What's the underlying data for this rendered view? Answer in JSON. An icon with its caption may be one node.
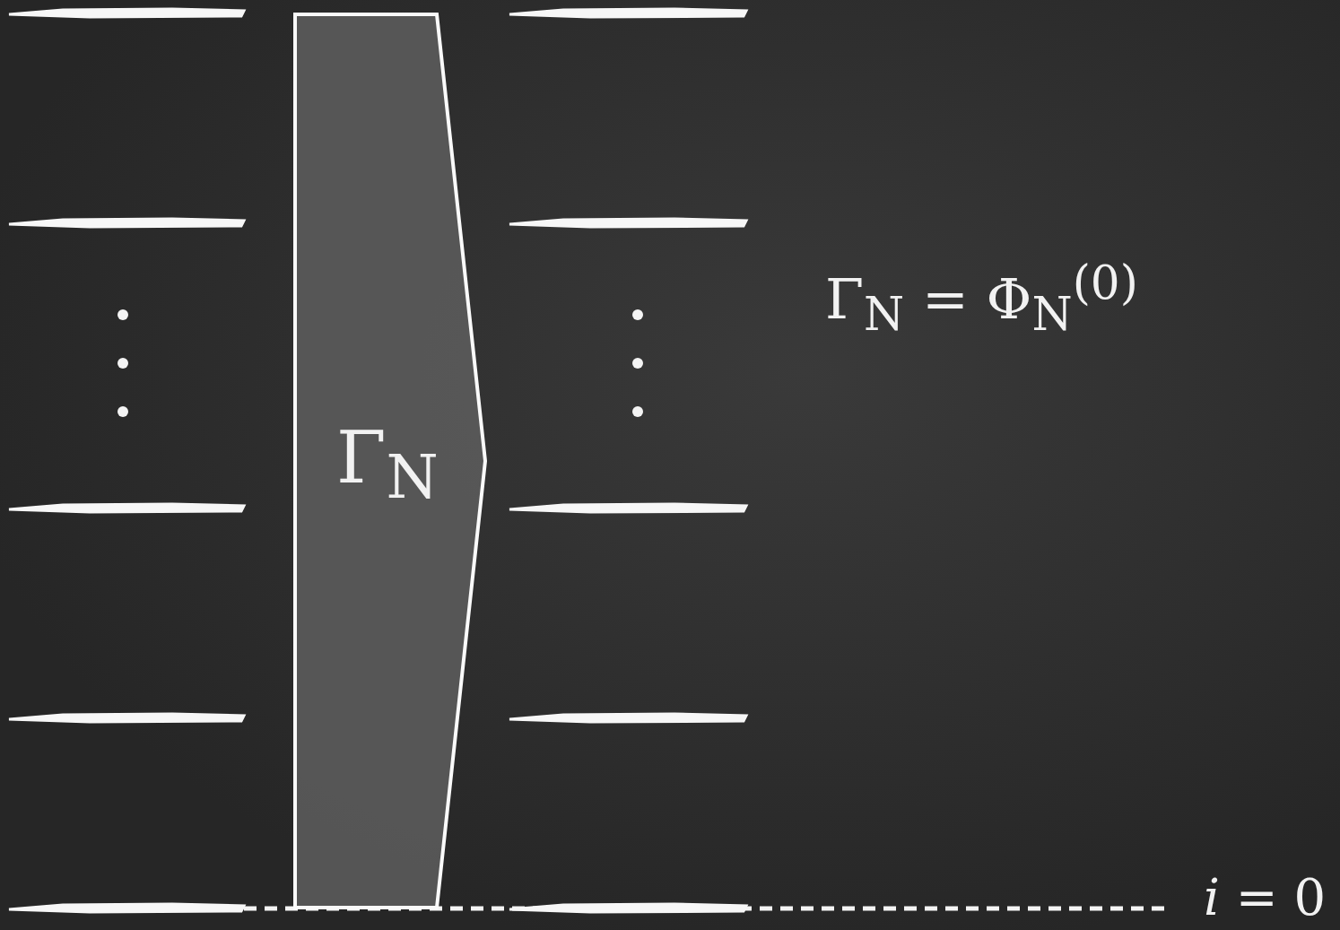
{
  "diagram": {
    "nodes": [
      {
        "text": [
          "Γ$_{N}$"
        ]
      }
    ],
    "labels": [
      "Γ$_{N}$ = Φ$_{N}$$^{(0)}$",
      "*i* = 0"
    ]
  }
}
